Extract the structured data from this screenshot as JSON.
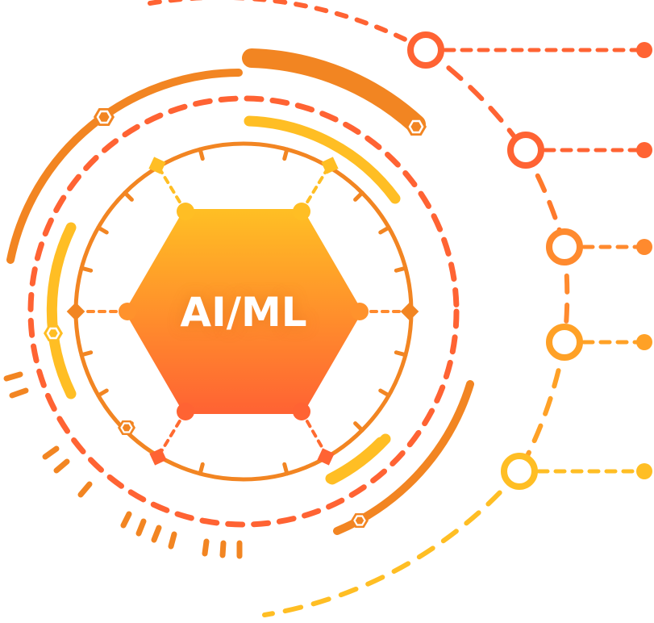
{
  "diagram": {
    "center_label": "AI/ML",
    "center_shape": "hexagon",
    "colors": {
      "red_orange": "#FF6333",
      "orange": "#F28522",
      "orange_mid": "#FF8A2E",
      "amber": "#FFA126",
      "yellow": "#FFBE24",
      "white": "#FFFFFF"
    },
    "hexagon_gradient": {
      "top": "#FFBE24",
      "bottom": "#FF6333"
    },
    "timeline_nodes": [
      {
        "name": "node-1",
        "color": "#FF6333"
      },
      {
        "name": "node-2",
        "color": "#FF6333"
      },
      {
        "name": "node-3",
        "color": "#FF8A2E"
      },
      {
        "name": "node-4",
        "color": "#FFA126"
      },
      {
        "name": "node-5",
        "color": "#FFBE24"
      }
    ]
  }
}
